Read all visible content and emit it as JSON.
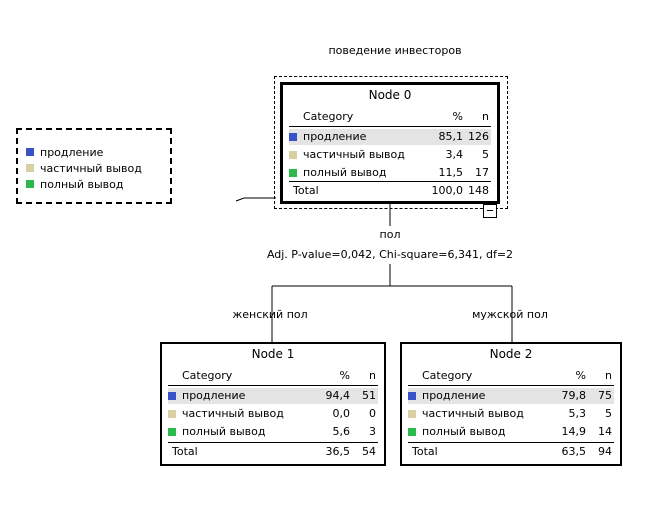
{
  "title": "поведение инвесторов",
  "legend": {
    "items": [
      {
        "label": "продление",
        "color": "#3a4fc8"
      },
      {
        "label": "частичный вывод",
        "color": "#d8cfa2"
      },
      {
        "label": "полный вывод",
        "color": "#2db84a"
      }
    ]
  },
  "table_headers": {
    "category": "Category",
    "pct": "%",
    "n": "n",
    "total": "Total"
  },
  "nodes": {
    "root": {
      "title": "Node 0",
      "rows": [
        {
          "category": "продление",
          "pct": "85,1",
          "n": "126"
        },
        {
          "category": "частичный вывод",
          "pct": "3,4",
          "n": "5"
        },
        {
          "category": "полный вывод",
          "pct": "11,5",
          "n": "17"
        }
      ],
      "total": {
        "pct": "100,0",
        "n": "148"
      }
    },
    "n1": {
      "title": "Node 1",
      "rows": [
        {
          "category": "продление",
          "pct": "94,4",
          "n": "51"
        },
        {
          "category": "частичный вывод",
          "pct": "0,0",
          "n": "0"
        },
        {
          "category": "полный вывод",
          "pct": "5,6",
          "n": "3"
        }
      ],
      "total": {
        "pct": "36,5",
        "n": "54"
      }
    },
    "n2": {
      "title": "Node 2",
      "rows": [
        {
          "category": "продление",
          "pct": "79,8",
          "n": "75"
        },
        {
          "category": "частичный вывод",
          "pct": "5,3",
          "n": "5"
        },
        {
          "category": "полный вывод",
          "pct": "14,9",
          "n": "14"
        }
      ],
      "total": {
        "pct": "63,5",
        "n": "94"
      }
    }
  },
  "split": {
    "variable": "пол",
    "statistics": "Adj. P-value=0,042, Chi-square=6,341, df=2",
    "branches": [
      "женский пол",
      "мужской пол"
    ]
  }
}
